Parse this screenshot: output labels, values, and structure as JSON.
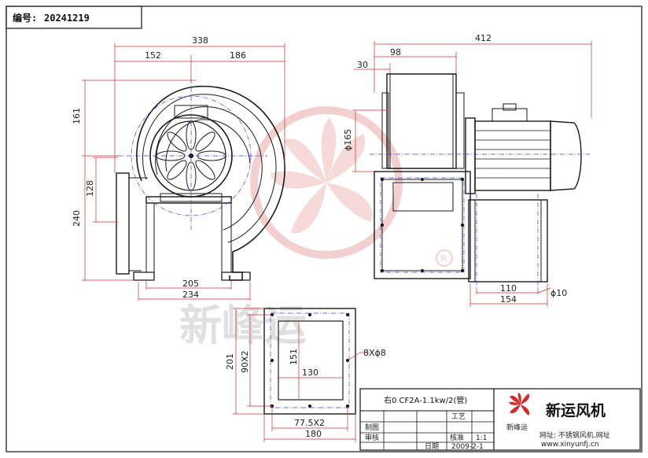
{
  "header": {
    "code_label": "编号:",
    "code_value": "20241219"
  },
  "watermark": {
    "text": "新峰运"
  },
  "front_view": {
    "dims": {
      "overall_width": "338",
      "left_width": "152",
      "right_width": "186",
      "height_upper": "161",
      "height_total": "240",
      "height_outlet": "128",
      "base_inner": "205",
      "base_outer": "234"
    }
  },
  "side_view": {
    "dims": {
      "overall_length": "412",
      "impeller_depth": "98",
      "flange_offset": "30",
      "shaft_dia": "ϕ165",
      "base_inner": "110",
      "base_outer": "154",
      "hole_dia": "ϕ10"
    }
  },
  "flange_view": {
    "dims": {
      "outer_height": "201",
      "hole_pitch_v": "90X2",
      "inner_height": "151",
      "inner_width": "130",
      "holes": "8Xϕ8",
      "hole_pitch_h": "77.5X2",
      "outer_width": "180"
    }
  },
  "title_block": {
    "model": "右0 CF2A-1.1kw/2(管)",
    "process_label": "工艺",
    "drawn_label": "制图",
    "review_label": "审核",
    "approve_label": "核准",
    "scale_value": "1:1",
    "date_label": "日期",
    "date_value": "2009-2-1",
    "brand_name": "新运风机",
    "logo_text": "新峰运",
    "website_line": "网址: 不锈钢风机.网址",
    "url": "www.xinyunfj.cn"
  },
  "colors": {
    "dimension": "#d12b2b",
    "centerline": "#3b3bd6",
    "outline": "#1a1a1a",
    "watermark": "#e8a3a3"
  }
}
